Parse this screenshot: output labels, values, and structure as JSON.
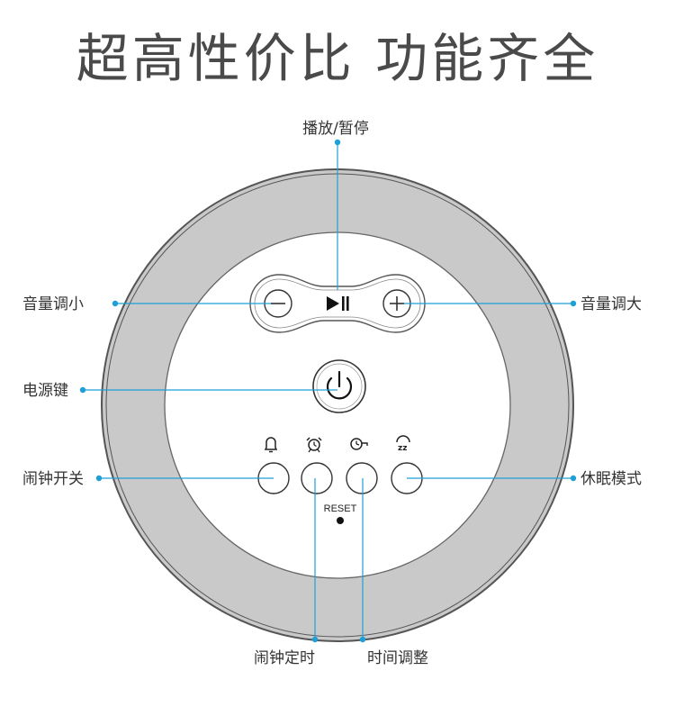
{
  "headline": "超高性价比  功能齐全",
  "labels": {
    "play_pause": "播放/暂停",
    "volume_down": "音量调小",
    "volume_up": "音量调大",
    "power": "电源键",
    "alarm_switch": "闹钟开关",
    "sleep_mode": "休眠模式",
    "alarm_timer": "闹钟定时",
    "time_adjust": "时间调整",
    "reset": "RESET"
  },
  "icons": {
    "play_pause": "play-pause-icon",
    "minus": "minus-icon",
    "plus": "plus-icon",
    "power": "power-icon",
    "bell": "bell-icon",
    "alarm_clock": "alarm-clock-icon",
    "clock_set": "clock-set-icon",
    "sleep": "sleep-zz-icon"
  },
  "colors": {
    "ring": "#c9c9c9",
    "outline": "#555555",
    "leader": "#1e9fd8",
    "face": "#ffffff"
  }
}
